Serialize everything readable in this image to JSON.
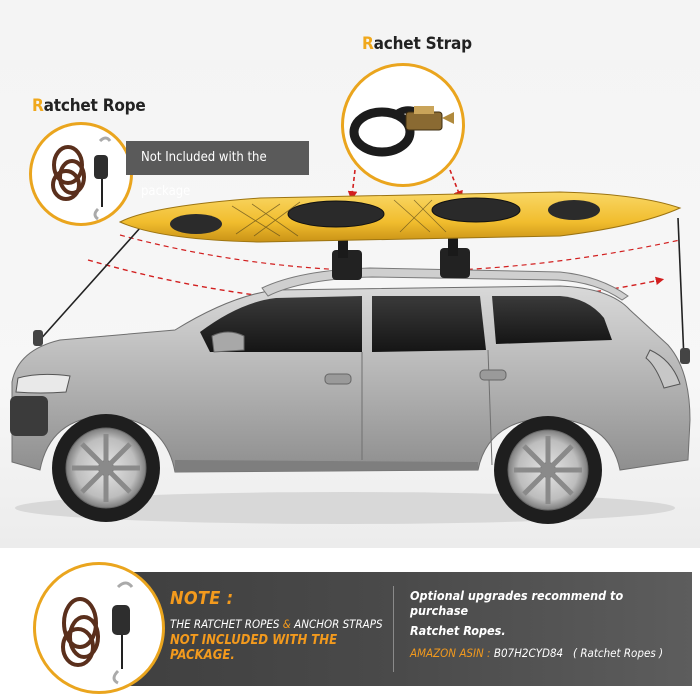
{
  "callouts": {
    "ratchet_strap": {
      "first": "R",
      "rest": "achet Strap"
    },
    "ratchet_rope": {
      "first": "R",
      "rest": "atchet Rope"
    },
    "not_included_tag": "Not Included with the package"
  },
  "note": {
    "title": "NOTE :",
    "line_part1": "THE RATCHET ROPES",
    "amp": "&",
    "line_part2": "ANCHOR STRAPS",
    "warning": "NOT INCLUDED WITH THE PACKAGE."
  },
  "upgrade": {
    "line1": "Optional upgrades recommend to purchase",
    "line2": "Ratchet Ropes.",
    "asin_label": "AMAZON ASIN :",
    "asin_value": "B07H2CYD84",
    "asin_note": "( Ratchet Ropes )"
  },
  "colors": {
    "accent": "#f0a81c",
    "kayak": "#f2c235",
    "car_body": "#b7b7b7",
    "arrow_red": "#d21f1f",
    "band_dark": "#4a4a4a"
  }
}
